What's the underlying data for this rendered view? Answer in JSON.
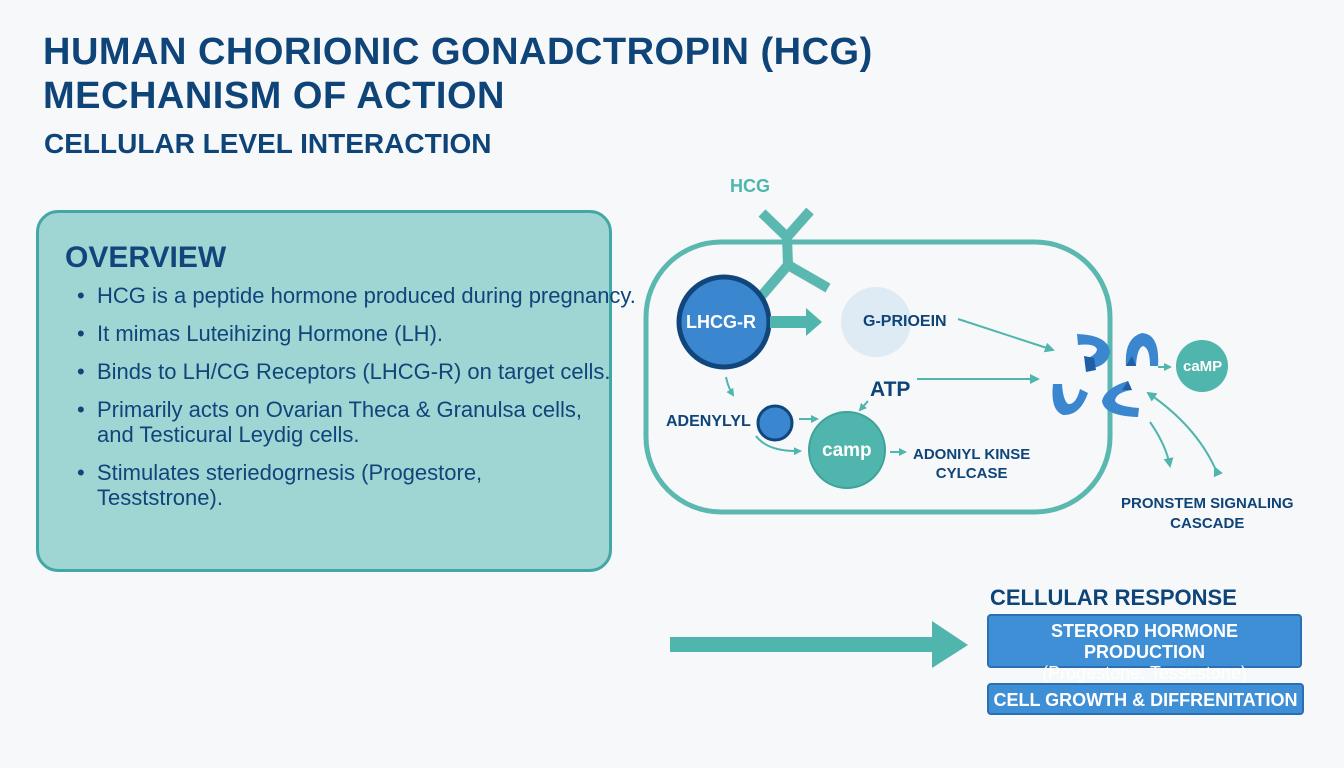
{
  "header": {
    "title_line1": "HUMAN CHORIONIC GONADCTROPIN (HCG)",
    "title_line2": "MECHANISM OF ACTION",
    "subtitle": "CELLULAR LEVEL INTERACTION"
  },
  "overview": {
    "heading": "OVERVIEW",
    "bullets": [
      "HCG is a peptide hormone produced during pregnancy.",
      "It mimas Luteihizing Hormone (LH).",
      "Binds to LH/CG Receptors (LHCG-R) on target cells.",
      "Primarily acts on Ovarian Theca & Granulsa cells,\nand Testicural Leydig cells.",
      "Stimulates steriedogrnesis (Progestore,\nTesststrone)."
    ]
  },
  "diagram": {
    "hcg_label": "HCG",
    "receptor_label": "LHCG-R",
    "gprotein_label": "G-PRIOEIN",
    "atp_label": "ATP",
    "adenylyl_label": "ADENYLYL",
    "camp_inner_label": "camp",
    "kinase_label_line1": "ADONIYL KINSE",
    "kinase_label_line2": "CYLCASE",
    "camp_outer_label": "caMP",
    "cascade_label_line1": "PRONSTEM SIGNALING",
    "cascade_label_line2": "CASCADE",
    "colors": {
      "teal": "#4fb5ad",
      "membrane": "#5ab8b0",
      "blue": "#3a86cf",
      "dark_blue": "#0f4479",
      "light_blue": "#deebf5"
    }
  },
  "response": {
    "heading": "CELLULAR RESPONSE",
    "box1_title": "STERORD HORMONE PRODUCTION",
    "box1_sub": "(Progestone, Tessestone)",
    "box2_title": "CELL GROWTH & DIFFRENITATION"
  }
}
